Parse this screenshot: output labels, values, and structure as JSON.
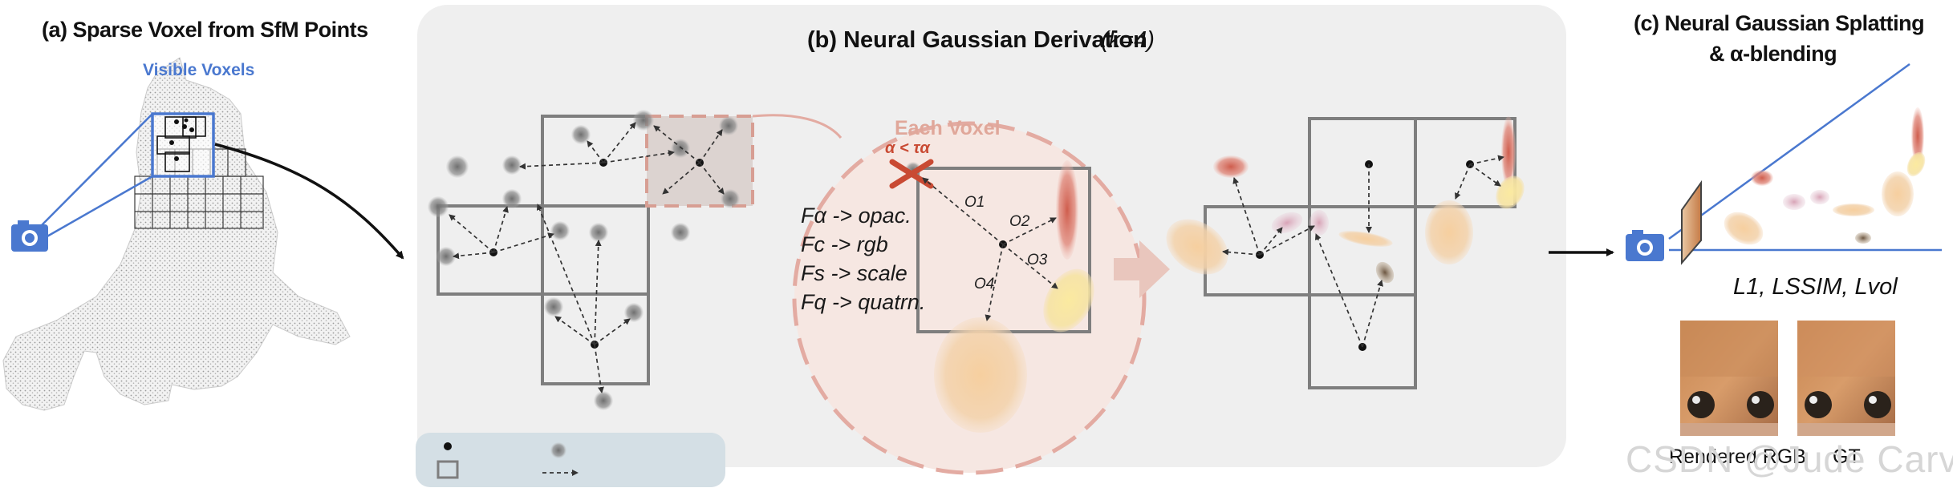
{
  "panel_a": {
    "title": "(a) Sparse Voxel from SfM Points",
    "visible_voxels_label": "Visible Voxels"
  },
  "panel_b": {
    "title_main": "(b) Neural Gaussian Derivation",
    "title_k": "(k=4)",
    "each_voxel_label": "Each Voxel",
    "alpha_threshold": "α < τα",
    "offsets": [
      "O1",
      "O2",
      "O3",
      "O4"
    ],
    "attributes": [
      "Fα -> opac.",
      "Fc -> rgb",
      "Fs -> scale",
      "Fq -> quatrn."
    ]
  },
  "panel_c": {
    "title_line1": "(c) Neural Gaussian Splatting",
    "title_line2": "& α-blending",
    "losses": "L1, LSSIM, Lvol",
    "rendered_label": "Rendered RGB",
    "gt_label": "GT"
  },
  "watermark": "CSDN @Jude Carver",
  "colors": {
    "voxel_blue": "#4a78cf",
    "panel_bg": "#efefef",
    "legend_bg": "#d4dfe5",
    "circle_fill": "#f6e7e2",
    "circle_stroke": "#e3aba2",
    "cross_red": "#c94a33"
  }
}
